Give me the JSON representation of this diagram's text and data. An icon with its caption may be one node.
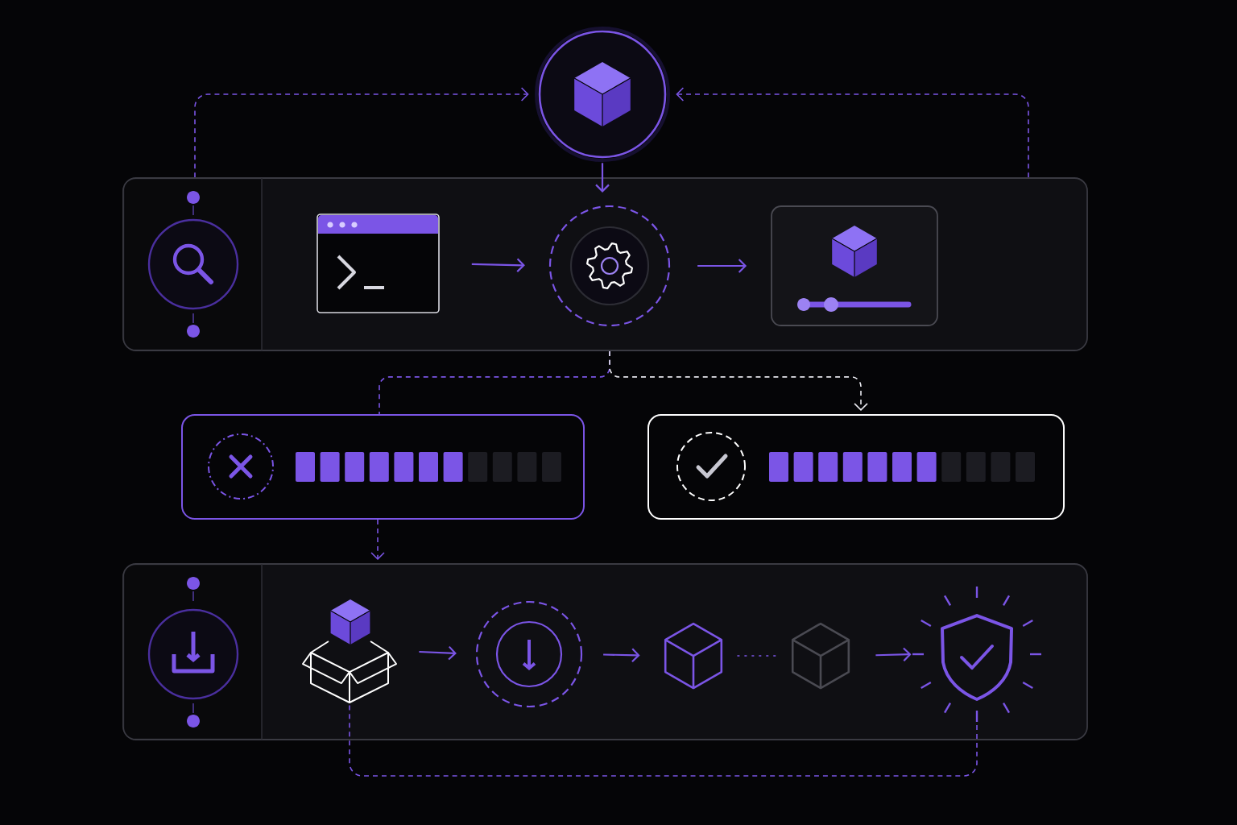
{
  "diagram": {
    "nodes": [
      {
        "text": [],
        "shape": "circle"
      },
      {
        "text": [],
        "shape": "box"
      },
      {
        "text": [],
        "shape": "circle",
        "in": 1
      },
      {
        "text": [],
        "shape": "box",
        "in": 1
      },
      {
        "text": [],
        "shape": "circle",
        "in": 1
      },
      {
        "text": [],
        "shape": "box",
        "in": 1
      },
      {
        "text": [],
        "shape": "box"
      },
      {
        "text": [],
        "shape": "box"
      },
      {
        "text": [],
        "shape": "box"
      },
      {
        "text": [],
        "shape": "circle",
        "in": 8
      },
      {
        "text": [],
        "shape": "picture",
        "in": 8
      },
      {
        "text": [],
        "shape": "circle",
        "in": 8
      },
      {
        "text": [],
        "shape": "cube",
        "in": 8
      },
      {
        "text": [],
        "shape": "cube",
        "in": 8
      },
      {
        "text": [],
        "shape": "shield",
        "in": 8
      }
    ],
    "edges": [
      {
        "from": 1,
        "to": 0,
        "arrow": "to",
        "style": "dashed"
      },
      {
        "from": 1,
        "to": 0,
        "arrow": "to",
        "style": "dashed"
      },
      {
        "from": 0,
        "to": 4,
        "arrow": "to"
      },
      {
        "from": 3,
        "to": 4,
        "arrow": "to"
      },
      {
        "from": 4,
        "to": 5,
        "arrow": "to"
      },
      {
        "from": 1,
        "to": 6,
        "arrow": "none",
        "style": "dashed"
      },
      {
        "from": 1,
        "to": 7,
        "arrow": "to",
        "style": "dashed",
        "color": "#e8e8ee"
      },
      {
        "from": 6,
        "to": 8,
        "arrow": "to",
        "style": "dashed"
      },
      {
        "from": 10,
        "to": 11,
        "arrow": "to"
      },
      {
        "from": 11,
        "to": 12,
        "arrow": "to"
      },
      {
        "from": 12,
        "to": 13,
        "arrow": "none",
        "style": "dashed"
      },
      {
        "from": 13,
        "to": 14,
        "arrow": "to"
      },
      {
        "from": 10,
        "to": 14,
        "arrow": "none",
        "style": "dashed"
      }
    ]
  }
}
